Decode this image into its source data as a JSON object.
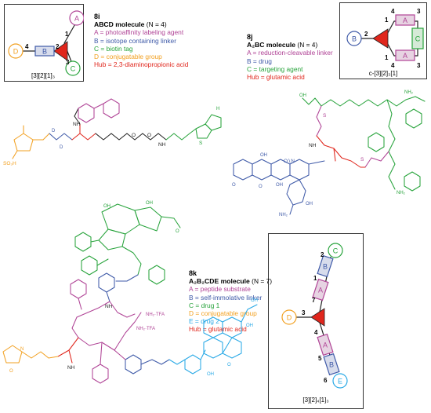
{
  "colors": {
    "A": "#b04496",
    "B": "#3f5aa8",
    "C": "#27a33b",
    "D": "#f2a020",
    "E": "#29a9e6",
    "hub": "#e0261c",
    "text": "#222222",
    "fill_A": "#e7d3e2",
    "fill_B": "#d7dcec",
    "fill_C": "#d5ead7"
  },
  "compounds": {
    "c8i": {
      "id": "8i",
      "title": "ABCD molecule",
      "n": "(N = 4)",
      "lines": {
        "A": "A = photoaffinity labeling agent",
        "B": "B = isotope containing linker",
        "C": "C = biotin tag",
        "D": "D = conjugatable group",
        "hub": "Hub = 2,3-diaminopropionic acid"
      }
    },
    "c8j": {
      "id": "8j",
      "title": "A₂BC molecule",
      "n": "(N = 4)",
      "lines": {
        "A": "A = reduction-cleavable linker",
        "B": "B = drug",
        "C": "C = targeting agent",
        "hub": "Hub = glutamic acid"
      }
    },
    "c8k": {
      "id": "8k",
      "title": "A₂B₂CDE molecule",
      "n": "(N = 7)",
      "lines": {
        "A": "A = peptide substrate",
        "B": "B = self-immolative linker",
        "C": "C = drug 1",
        "D": "D = conjugatable group",
        "E": "E = drug 2",
        "hub": "Hub = glutamic acid"
      }
    }
  },
  "schemes": {
    "s8i": {
      "nodes": {
        "A": "A",
        "B": "B",
        "C": "C",
        "D": "D"
      },
      "positions": {
        "p1": "1",
        "p2": "2",
        "p3": "3",
        "p4": "4"
      },
      "caption": "[3][2][1]₃"
    },
    "s8j": {
      "nodes": {
        "A1": "A",
        "A2": "A",
        "B": "B",
        "C": "C"
      },
      "positions": {
        "p1a": "1",
        "p1b": "1",
        "p2": "2",
        "p3a": "3",
        "p3b": "3",
        "p4a": "4",
        "p4b": "4"
      },
      "caption": "c-[3][2]₃[1]"
    },
    "s8k": {
      "nodes": {
        "A1": "A",
        "A2": "A",
        "B1": "B",
        "B2": "B",
        "C": "C",
        "D": "D",
        "E": "E"
      },
      "positions": {
        "p1": "1",
        "p2": "2",
        "p3": "3",
        "p4": "4",
        "p5": "5",
        "p6": "6",
        "p7": "7"
      },
      "caption": "[3][2]₄[1]₃"
    }
  },
  "structure_labels": {
    "nh": "NH",
    "n": "N",
    "o": "O",
    "oh": "OH",
    "s": "S",
    "h": "H",
    "d": "D",
    "nh2": "NH₂",
    "so3h": "SO₃H",
    "ome": "O",
    "nh2_tfa_1": "NH₂·TFA",
    "nh2_tfa_2": "NH₂·TFA",
    "o_n": "O∖N"
  }
}
